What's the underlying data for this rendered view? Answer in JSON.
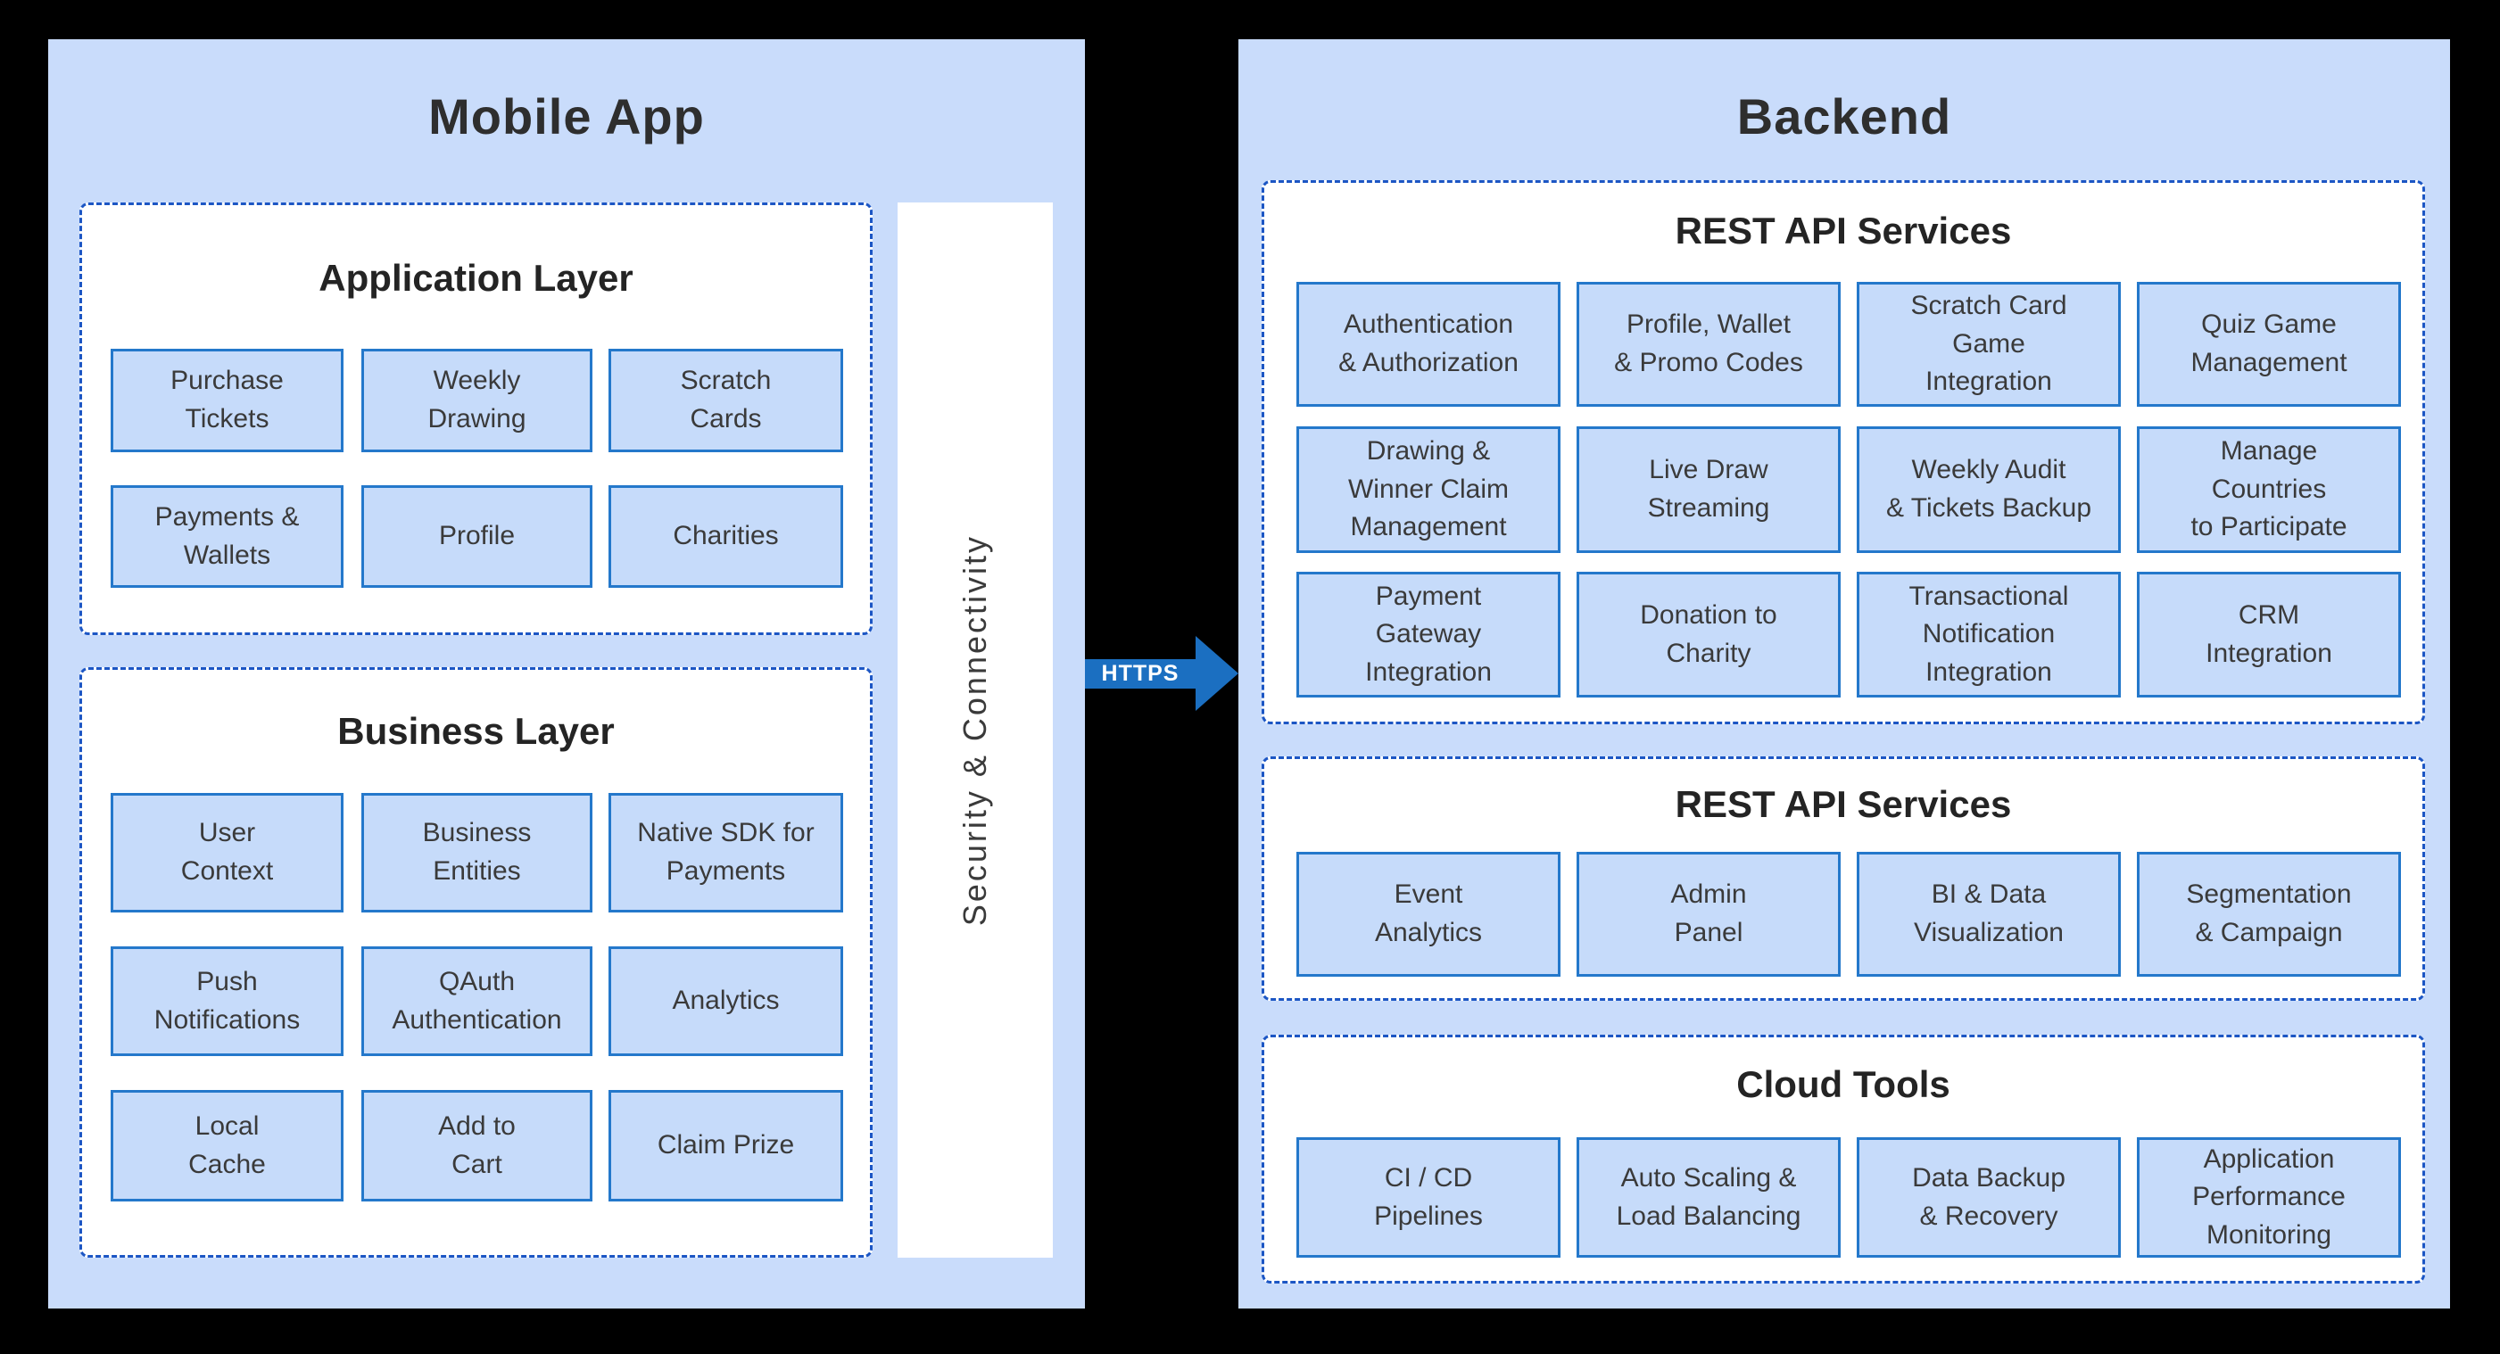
{
  "diagram": {
    "left_panel": {
      "title": "Mobile App",
      "application_layer": {
        "title": "Application Layer",
        "items": [
          "Purchase\nTickets",
          "Weekly\nDrawing",
          "Scratch\nCards",
          "Payments &\nWallets",
          "Profile",
          "Charities"
        ]
      },
      "business_layer": {
        "title": "Business Layer",
        "items": [
          "User\nContext",
          "Business\nEntities",
          "Native SDK for\nPayments",
          "Push\nNotifications",
          "QAuth\nAuthentication",
          "Analytics",
          "Local\nCache",
          "Add to\nCart",
          "Claim Prize"
        ]
      },
      "security_bar": {
        "label": "Security & Connectivity"
      }
    },
    "connector": {
      "label": "HTTPS"
    },
    "right_panel": {
      "title": "Backend",
      "rest_api_services_1": {
        "title": "REST API Services",
        "items": [
          "Authentication\n& Authorization",
          "Profile, Wallet\n& Promo Codes",
          "Scratch Card\nGame\nIntegration",
          "Quiz Game\nManagement",
          "Drawing &\nWinner Claim\nManagement",
          "Live Draw\nStreaming",
          "Weekly Audit\n& Tickets Backup",
          "Manage\nCountries\nto Participate",
          "Payment\nGateway\nIntegration",
          "Donation to\nCharity",
          "Transactional\nNotification\nIntegration",
          "CRM\nIntegration"
        ]
      },
      "rest_api_services_2": {
        "title": "REST API Services",
        "items": [
          "Event\nAnalytics",
          "Admin\nPanel",
          "BI & Data\nVisualization",
          "Segmentation\n& Campaign"
        ]
      },
      "cloud_tools": {
        "title": "Cloud Tools",
        "items": [
          "CI / CD\nPipelines",
          "Auto Scaling &\nLoad Balancing",
          "Data Backup\n& Recovery",
          "Application\nPerformance\nMonitoring"
        ]
      }
    },
    "colors": {
      "background": "#000000",
      "panel_bg": "#c9dcfb",
      "section_bg": "#ffffff",
      "section_dashed_border": "#1c56c4",
      "node_bg": "#c6dbfa",
      "node_border": "#2478cb",
      "heading_text": "#2e2e2e",
      "node_text": "#3a3a3a",
      "arrow_fill": "#1b6fc1",
      "arrow_label_text": "#ffffff"
    }
  }
}
